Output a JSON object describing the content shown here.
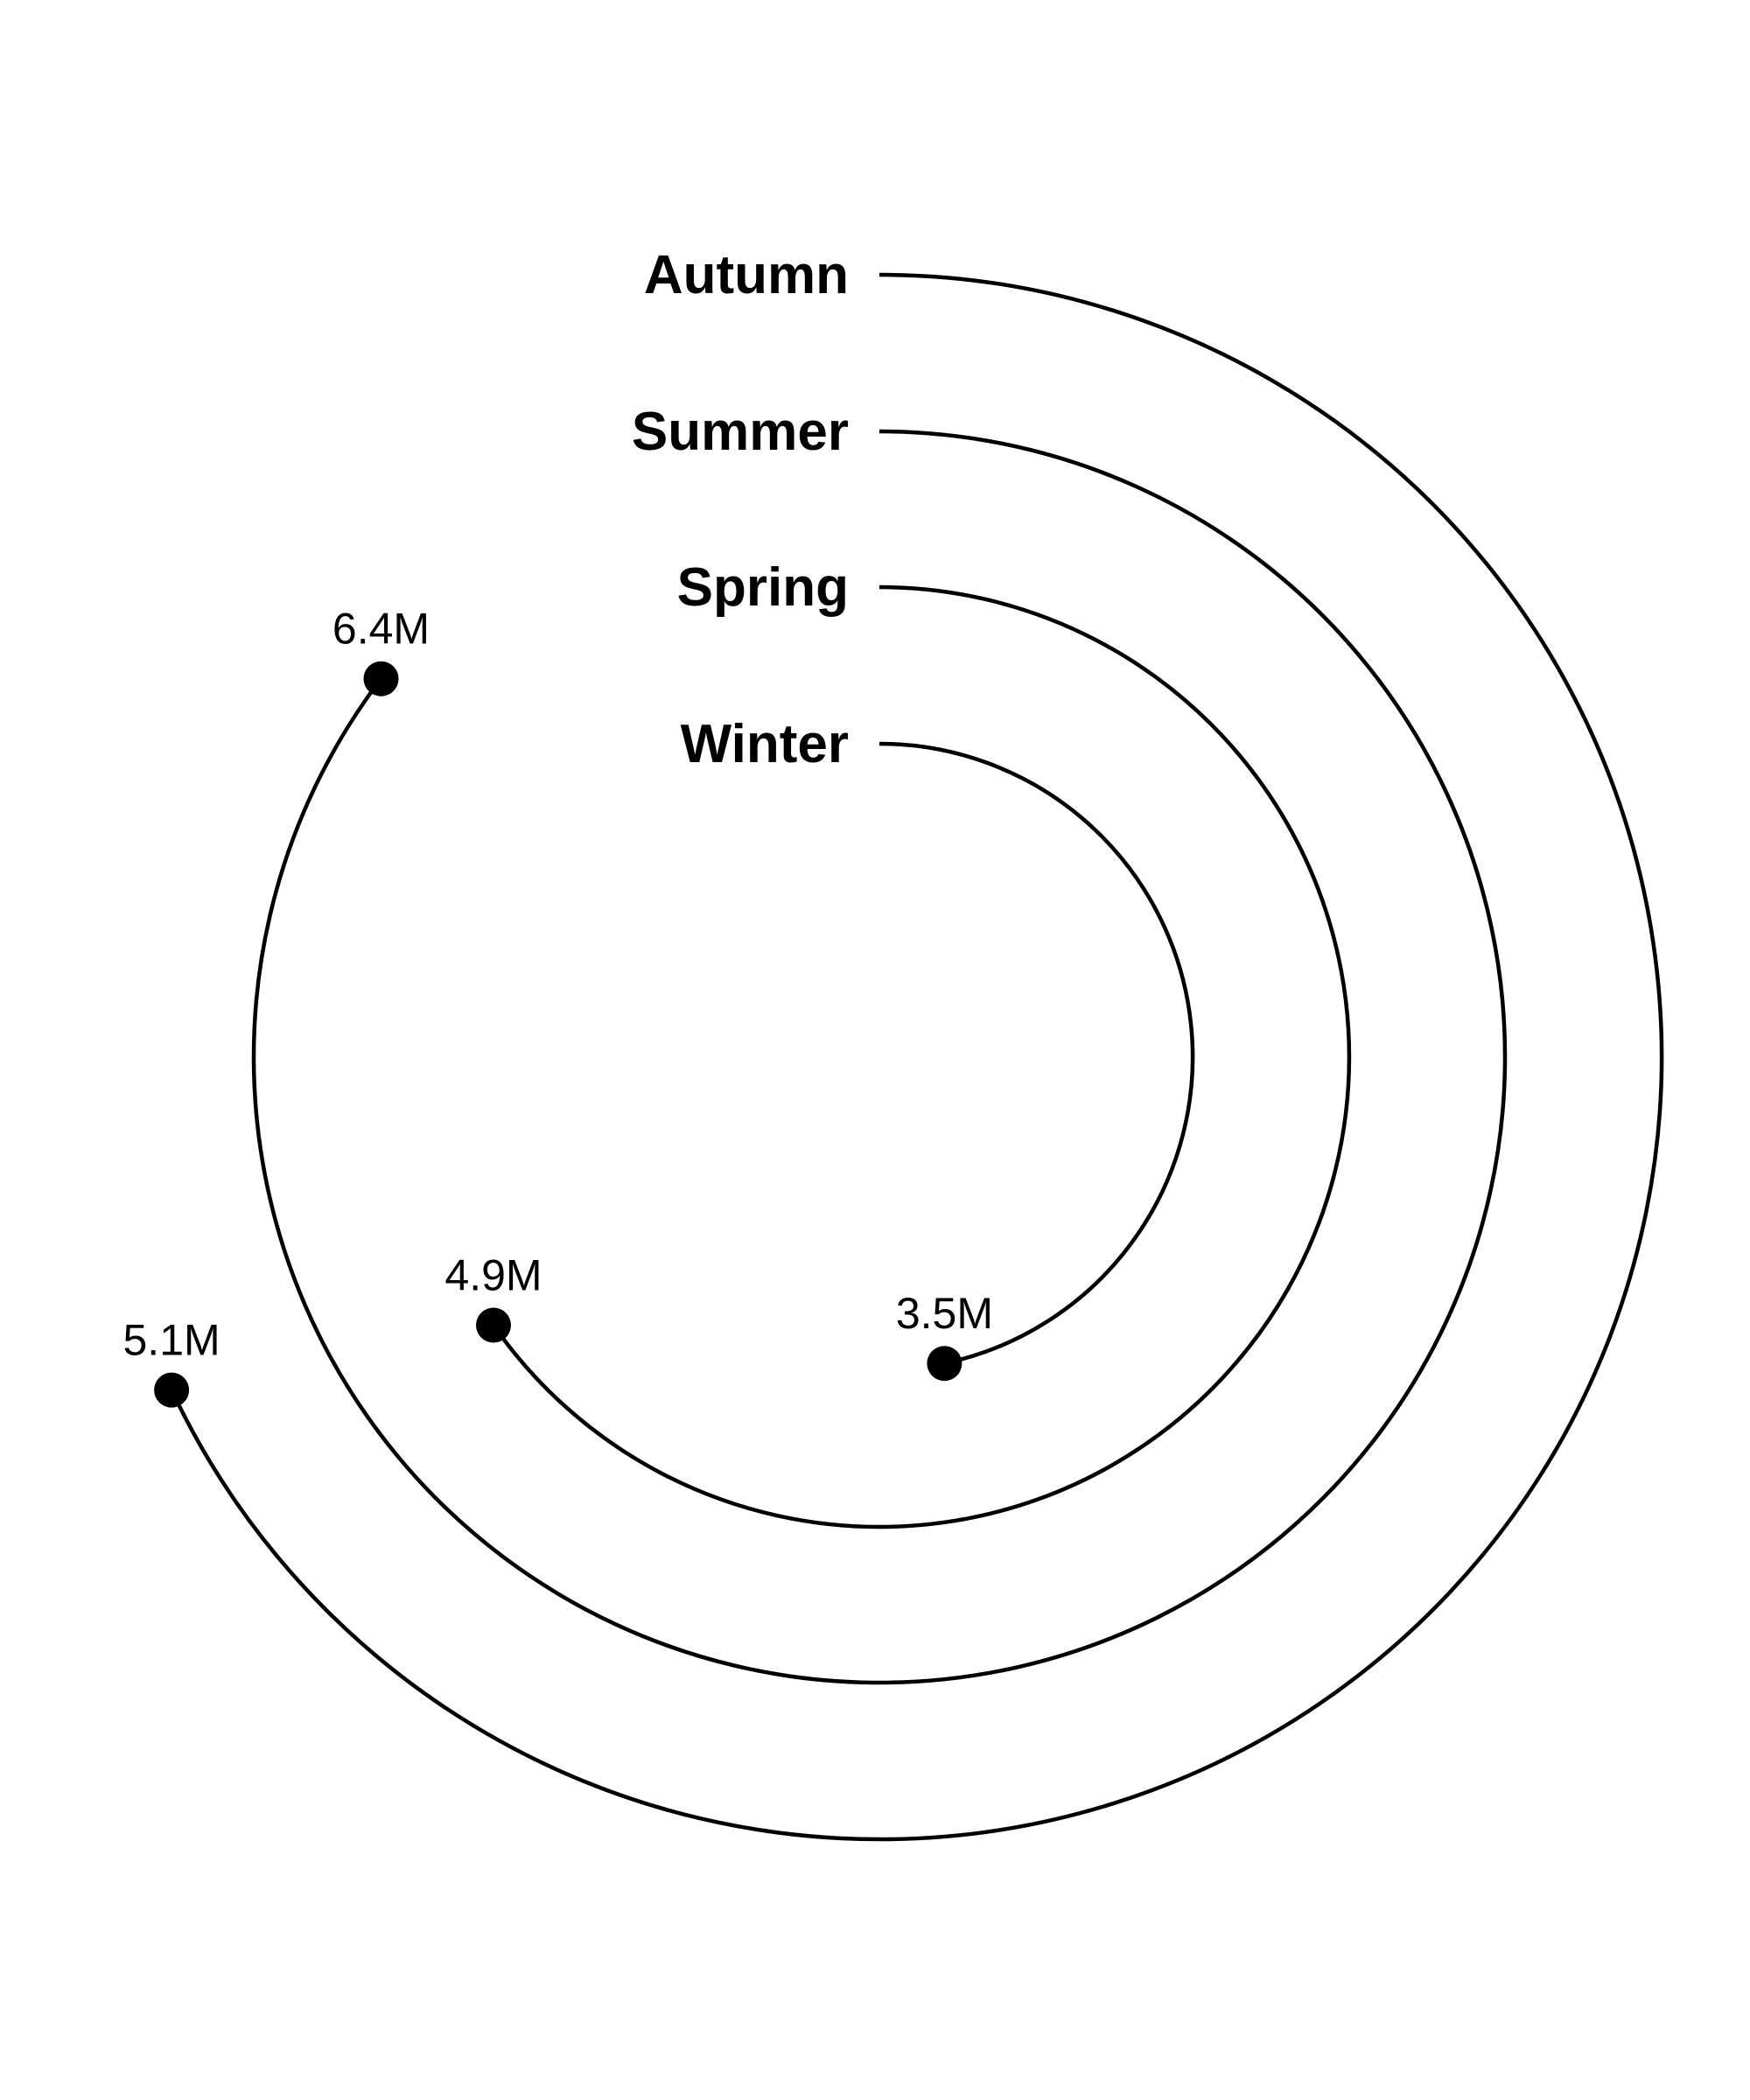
{
  "chart_data": {
    "type": "radial-bar",
    "title": "",
    "unit": "M",
    "max_value": 7.5,
    "start_angle": "top",
    "direction": "clockwise",
    "categories": [
      "Winter",
      "Spring",
      "Summer",
      "Autumn"
    ],
    "values": [
      3.5,
      4.9,
      6.4,
      5.1
    ],
    "value_labels": [
      "3.5M",
      "4.9M",
      "6.4M",
      "5.1M"
    ],
    "colors": {
      "stroke": "#000000",
      "background": "#ffffff"
    }
  }
}
